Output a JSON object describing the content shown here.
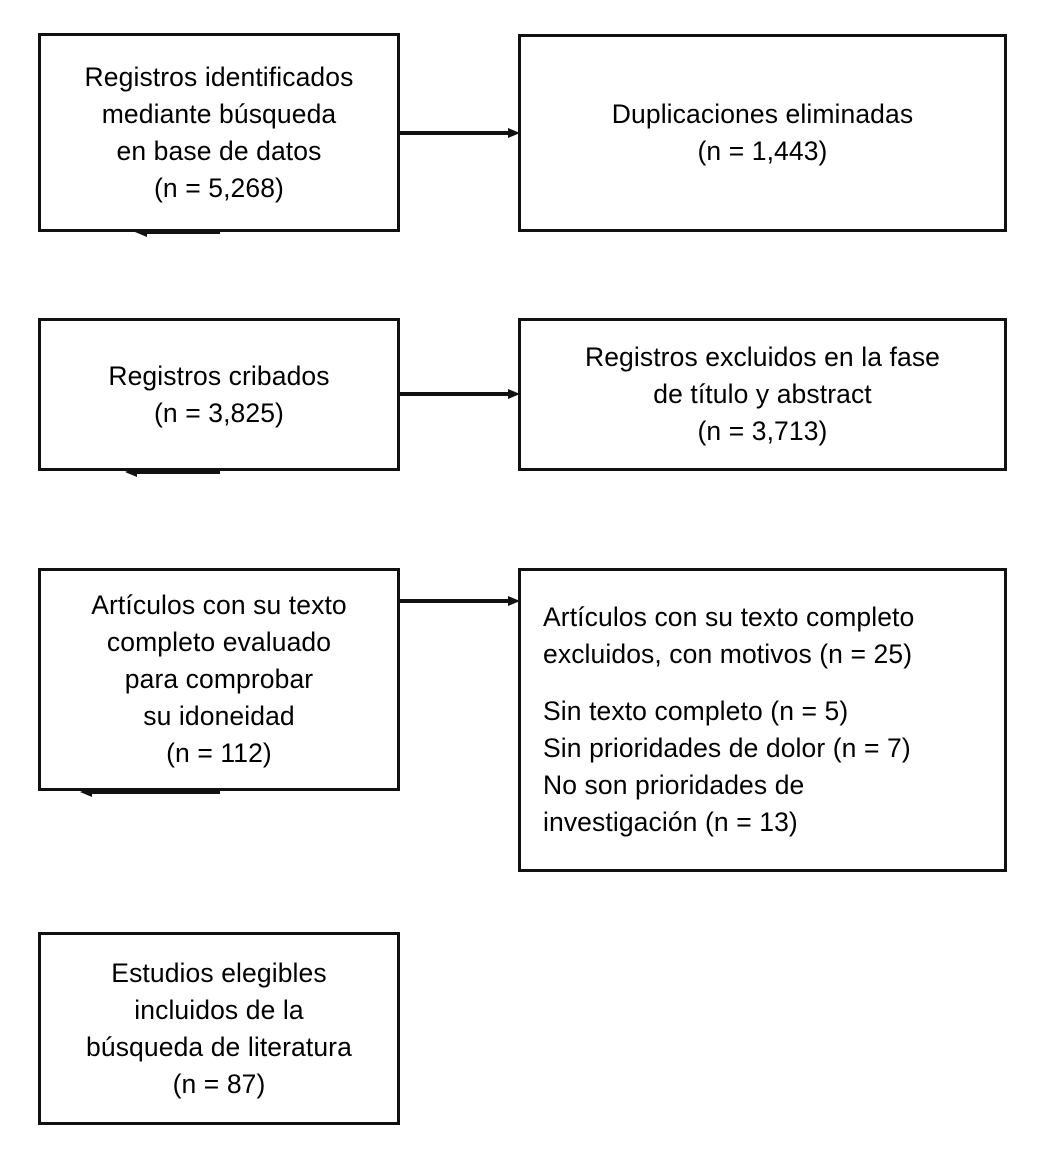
{
  "diagram": {
    "type": "prisma-flow-diagram",
    "language": "es",
    "background_color": "#ffffff",
    "line_color": "#111111",
    "text_color": "#000000",
    "boxes": [
      {
        "id": "identification",
        "align": "center",
        "lines": [
          "Registros identificados",
          "mediante búsqueda",
          "en base de datos",
          "(n = 5,268)"
        ]
      },
      {
        "id": "duplicates-removed",
        "align": "center",
        "lines": [
          "Duplicaciones eliminadas",
          "(n = 1,443)"
        ]
      },
      {
        "id": "records-screened",
        "align": "center",
        "lines": [
          "Registros cribados",
          "(n = 3,825)"
        ]
      },
      {
        "id": "records-excluded",
        "align": "center",
        "lines": [
          "Registros excluidos en la fase",
          "de título y abstract",
          "(n = 3,713)"
        ]
      },
      {
        "id": "fulltext-assessed",
        "align": "center",
        "lines": [
          "Artículos con su texto",
          "completo evaluado",
          "para comprobar",
          "su idoneidad",
          "(n = 112)"
        ]
      },
      {
        "id": "fulltext-excluded",
        "align": "left",
        "lines": [
          "Artículos con su texto completo",
          "excluidos, con motivos (n = 25)",
          "",
          "Sin texto completo (n = 5)",
          "Sin prioridades de dolor (n = 7)",
          "No son prioridades de",
          "investigación (n = 13)"
        ]
      },
      {
        "id": "studies-included",
        "align": "center",
        "lines": [
          "Estudios elegibles",
          "incluidos de la",
          "búsqueda de literatura",
          "(n = 87)"
        ]
      }
    ],
    "counts": {
      "records_identified": "5,268",
      "duplicates_removed": "1,443",
      "records_screened": "3,825",
      "records_excluded_title_abstract": "3,713",
      "fulltext_assessed": "112",
      "fulltext_excluded_total": "25",
      "reason_no_fulltext": "5",
      "reason_no_pain_priorities": "7",
      "reason_not_research_priorities": "13",
      "studies_included": "87"
    },
    "arrows": [
      {
        "id": "arrow-identification-to-duplicates",
        "direction": "right"
      },
      {
        "id": "arrow-identification-to-screened",
        "direction": "down"
      },
      {
        "id": "arrow-screened-to-excluded",
        "direction": "right"
      },
      {
        "id": "arrow-screened-to-fulltext",
        "direction": "down"
      },
      {
        "id": "arrow-fulltext-to-excluded",
        "direction": "right"
      },
      {
        "id": "arrow-fulltext-to-included",
        "direction": "down"
      }
    ]
  }
}
